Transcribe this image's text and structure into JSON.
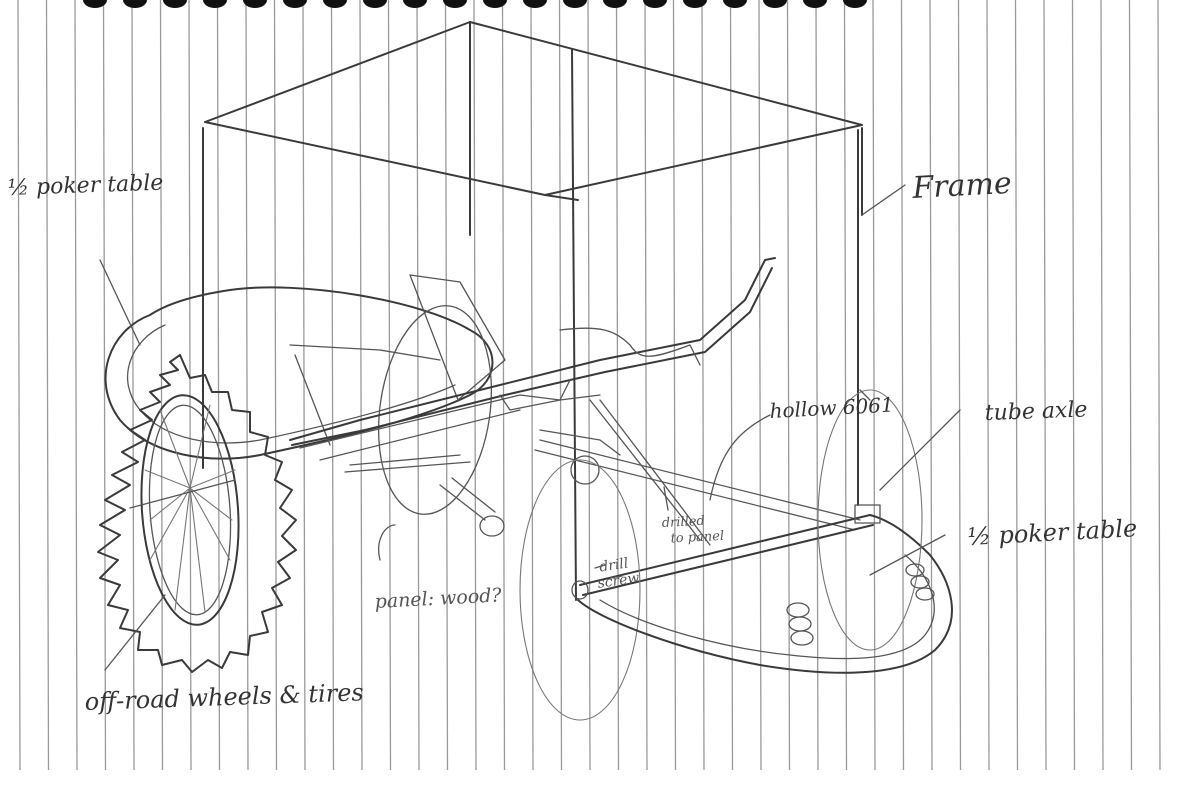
{
  "labels": {
    "frame": "Frame",
    "half_poker_table_left": "½ poker table",
    "half_poker_table_right": "½ poker table",
    "tube_axle": "tube axle",
    "hollow_6061": "hollow 6061",
    "drilled_to_panel": "drilled\nto panel",
    "drill_screw": "drill\nscrew",
    "panel_wood": "panel: wood?",
    "off_road_wheels": "off-road wheels & tires"
  }
}
